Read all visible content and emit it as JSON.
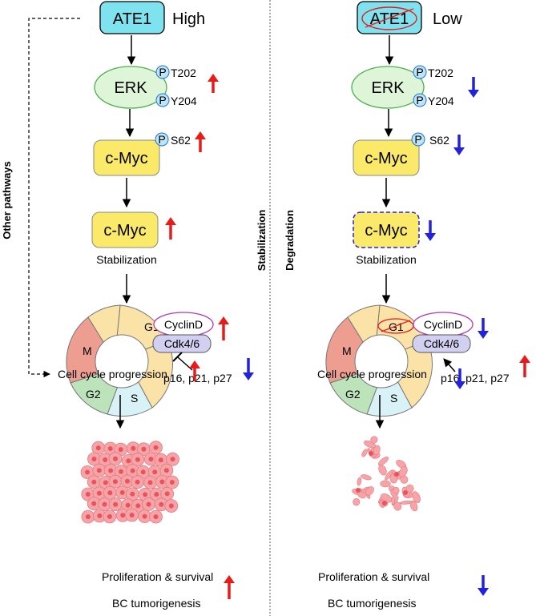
{
  "left": {
    "ate1": "ATE1",
    "level": "High",
    "erk": "ERK",
    "p": "P",
    "t202": "T202",
    "y204": "Y204",
    "cmyc1": "c-Myc",
    "s62": "S62",
    "cmyc2": "c-Myc",
    "stabilization": "Stabilization",
    "side_label": "Other pathways",
    "cyclin": "CyclinD",
    "cdk": "Cdk4/6",
    "g1": "G1",
    "m": "M",
    "g2": "G2",
    "s": "S",
    "inhibitors": "p16, p21, p27",
    "progression": "Cell cycle progression",
    "proliferation": "Proliferation & survival",
    "tumorigenesis": "BC tumorigenesis",
    "direction": "up"
  },
  "right": {
    "ate1": "ATE1",
    "level": "Low",
    "erk": "ERK",
    "p": "P",
    "t202": "T202",
    "y204": "Y204",
    "cmyc1": "c-Myc",
    "s62": "S62",
    "cmyc2": "c-Myc",
    "stabilization": "Stabilization",
    "cyclin": "CyclinD",
    "cdk": "Cdk4/6",
    "g1": "G1",
    "m": "M",
    "g2": "G2",
    "s": "S",
    "inhibitors": "p16, p21, p27",
    "progression": "Cell cycle progression",
    "proliferation": "Proliferation & survival",
    "tumorigenesis": "BC tumorigenesis",
    "direction": "down"
  },
  "divider": {
    "left_label": "Stabilization",
    "right_label": "Degradation"
  },
  "colors": {
    "ate1_fill": "#7fe3ef",
    "erk_fill": "#dff5d8",
    "erk_stroke": "#4caf50",
    "cmyc_fill": "#fbe96a",
    "phospho_fill": "#bfe3f7",
    "up_arrow": "#e81b1b",
    "down_arrow": "#2222dd",
    "cyclin_stroke": "#b23bb5",
    "cdk_fill": "#d2d0f0",
    "g1_fill": "#fbe3a8",
    "m_fill": "#ee9d91",
    "g2_fill": "#bde3ba",
    "s_fill": "#d8f2f7",
    "cell_fill": "#f6a4a8"
  }
}
